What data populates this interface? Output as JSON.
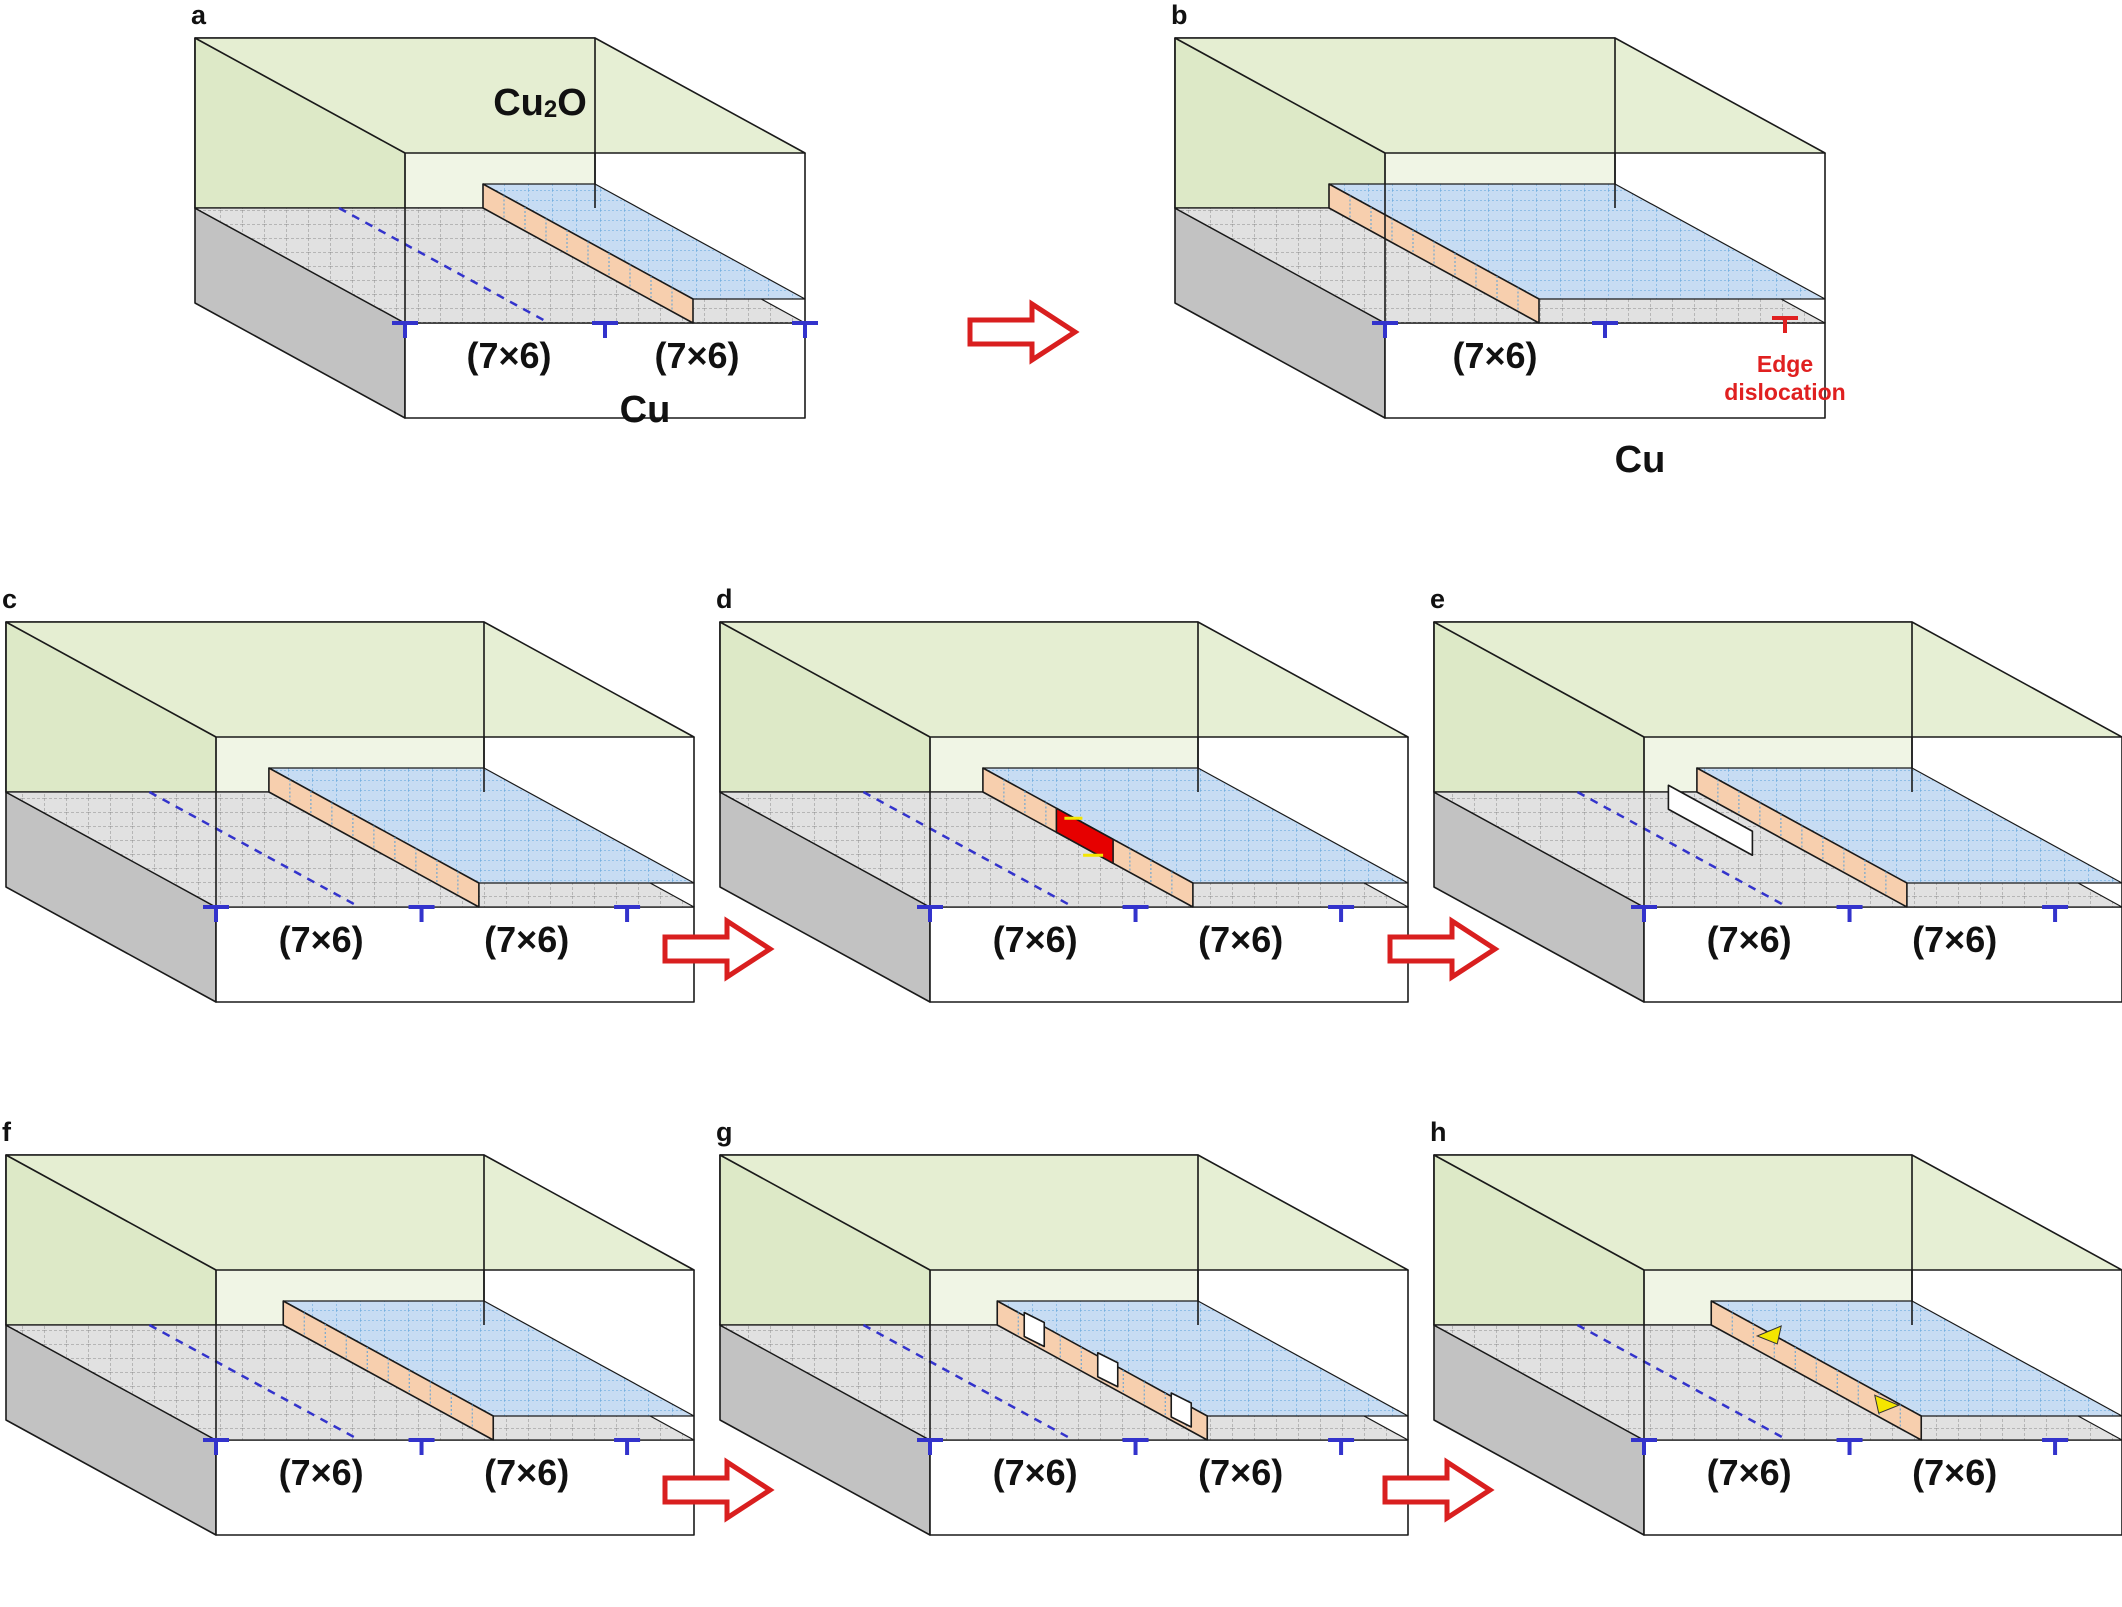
{
  "colors": {
    "cu2o_fill": "#e3edcf",
    "cu2o_side": "#cfdfb0",
    "cu_side": "#c2c2c2",
    "cu_front": "#ffffff",
    "interface": "#e1e1e1",
    "grid_line": "#8a8a8a",
    "step_face": "#f7cfae",
    "step_top": "#c7dcf3",
    "step_dots": "#5aa0d8",
    "dislocation": "#3333cc",
    "edge_dislocation": "#e02020",
    "arrow": "#d91f1f",
    "red_region": "#e60000",
    "yellow_arrow": "#f4e600",
    "outline": "#1a1a1a"
  },
  "materials": {
    "oxide": "Cu2O",
    "oxide_main": "Cu",
    "oxide_sub": "2",
    "oxide_tail": "O",
    "metal": "Cu"
  },
  "cell_label": "(7×6)",
  "legend": {
    "symbol": "⊤",
    "line1": "Edge",
    "line2": "dislocation"
  },
  "panels": [
    {
      "letter": "a",
      "variant": "a"
    },
    {
      "letter": "b",
      "variant": "b"
    },
    {
      "letter": "c",
      "variant": "c"
    },
    {
      "letter": "d",
      "variant": "d"
    },
    {
      "letter": "e",
      "variant": "e"
    },
    {
      "letter": "f",
      "variant": "f"
    },
    {
      "letter": "g",
      "variant": "g"
    },
    {
      "letter": "h",
      "variant": "h"
    }
  ],
  "icons": [
    "block-arrow-right-icon",
    "edge-dislocation-icon",
    "yellow-double-arrow-icon"
  ]
}
